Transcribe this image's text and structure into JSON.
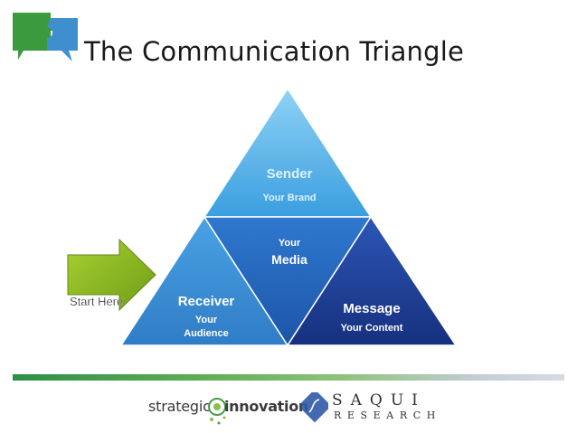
{
  "title": "The Communication Triangle",
  "diagram": {
    "sender": {
      "label": "Sender",
      "sub": "Your Brand"
    },
    "media": {
      "line1": "Your",
      "line2": "Media"
    },
    "receiver": {
      "label": "Receiver",
      "sub1": "Your",
      "sub2": "Audience"
    },
    "message": {
      "label": "Message",
      "sub": "Your Content"
    },
    "arrow_label": "Start Here"
  },
  "footer": {
    "left_logo": {
      "word1": "strategic",
      "word2": "innovation"
    },
    "right_logo": {
      "name": "SAQUI",
      "sub": "RESEARCH"
    }
  },
  "colors": {
    "sender_fill": "#5ab4e8",
    "media_fill": "#1f5fb8",
    "receiver_fill": "#3f8fd6",
    "message_fill": "#1e3f98",
    "arrow_fill": "#8ab922",
    "logo_green": "#3c9a3e",
    "logo_blue": "#3f8fcf"
  }
}
